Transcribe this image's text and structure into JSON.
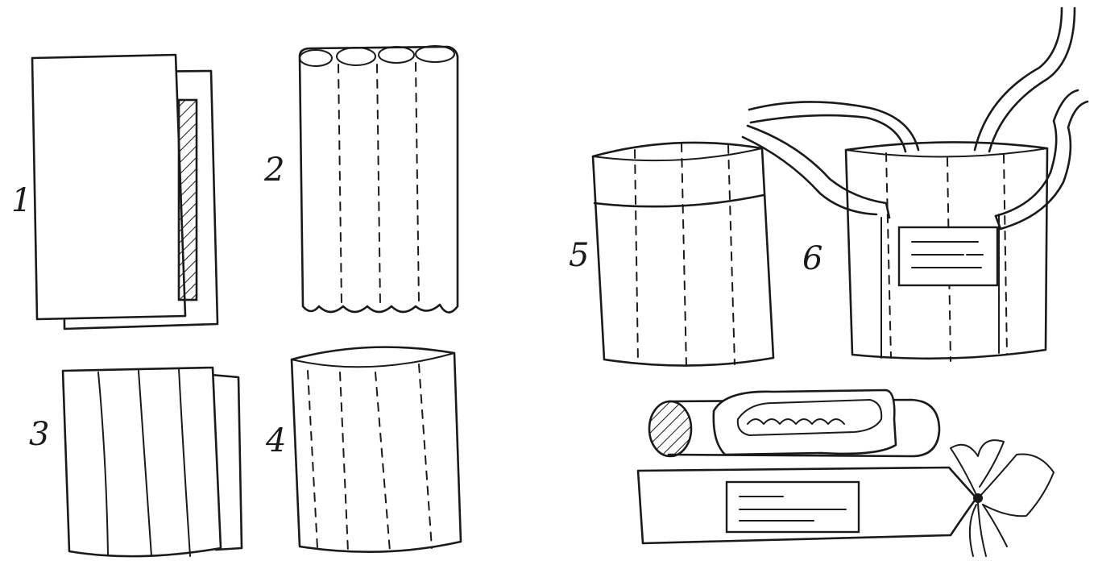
{
  "figure": {
    "steps": [
      {
        "id": "step-1",
        "number": "1"
      },
      {
        "id": "step-2",
        "number": "2"
      },
      {
        "id": "step-3",
        "number": "3"
      },
      {
        "id": "step-4",
        "number": "4"
      },
      {
        "id": "step-5",
        "number": "5"
      },
      {
        "id": "step-6",
        "number": "6"
      }
    ]
  }
}
